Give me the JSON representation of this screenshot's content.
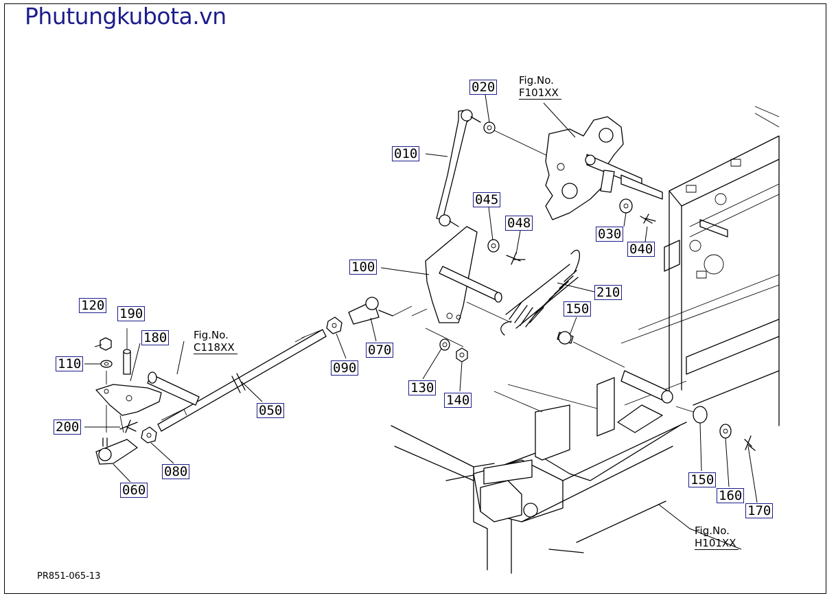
{
  "header": {
    "site_title": "Phutungkubota.vn"
  },
  "figure_refs": [
    {
      "label": "Fig.No.",
      "code": "F101XX"
    },
    {
      "label": "Fig.No.",
      "code": "C118XX"
    },
    {
      "label": "Fig.No.",
      "code": "H101XX"
    }
  ],
  "callouts": [
    "010",
    "020",
    "030",
    "040",
    "045",
    "048",
    "050",
    "060",
    "070",
    "080",
    "090",
    "100",
    "110",
    "120",
    "130",
    "140",
    "150",
    "150",
    "160",
    "170",
    "180",
    "190",
    "200",
    "210"
  ],
  "footer": {
    "drawing_number": "PR851-065-13"
  }
}
